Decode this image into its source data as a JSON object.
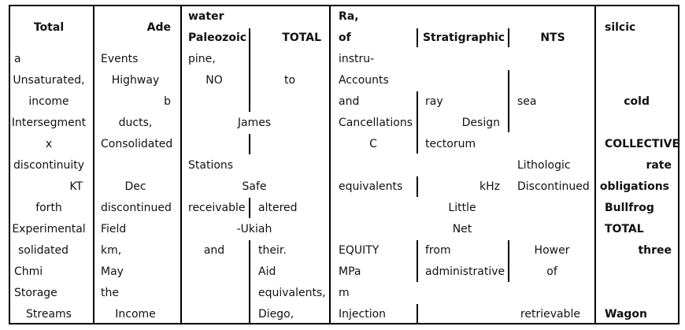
{
  "table": {
    "header": {
      "total": "Total",
      "ade": "Ade",
      "water": "water",
      "paleozoic": "Paleozoic",
      "total2": "TOTAL",
      "ra": "Ra,",
      "of": "of",
      "stratigraphic": "Stratigraphic",
      "nts": "NTS",
      "silcic": "silcic"
    },
    "rows": [
      {
        "c1": "a",
        "c2": "Events",
        "c3": "pine,",
        "c5": "instru-"
      },
      {
        "c1": "Unsaturated,",
        "c2": "Highway",
        "c3": "NO",
        "c4": "to",
        "c5": "Accounts"
      },
      {
        "c1": "income",
        "c2": "b",
        "c5": "and",
        "c6": "ray",
        "c7": "sea",
        "c8": "cold"
      },
      {
        "c1": "Intersegment",
        "c2": "ducts,",
        "c34": "James",
        "c5": "Cancellations",
        "c6": "Design"
      },
      {
        "c1": "x",
        "c2": "Consolidated",
        "c5": "C",
        "c6": "tectorum",
        "c8": "COLLECTIVE"
      },
      {
        "c1": "discontinuity",
        "c3": "Stations",
        "c7": "Lithologic",
        "c8": "rate"
      },
      {
        "c1": "KT",
        "c2": "Dec",
        "c34": "Safe",
        "c5": "equivalents",
        "c6": "kHz",
        "c7": "Discontinued",
        "c8": "obligations"
      },
      {
        "c1": "forth",
        "c2": "discontinued",
        "c3": "receivable",
        "c4": "altered",
        "c567": "Little",
        "c8": "Bullfrog"
      },
      {
        "c1": "Experimental",
        "c2": "Field",
        "c34": "-Ukiah",
        "c567": "Net",
        "c8": "TOTAL"
      },
      {
        "c1": "solidated",
        "c2": "km,",
        "c3": "and",
        "c4": "their.",
        "c5": "EQUITY",
        "c6": "from",
        "c7": "Hower",
        "c8": "three"
      },
      {
        "c1": "Chmi",
        "c2": "May",
        "c4": "Aid",
        "c5": "MPa",
        "c6": "administrative",
        "c7": "of"
      },
      {
        "c1": "Storage",
        "c2": "the",
        "c4": "equivalents,",
        "c5": "m"
      },
      {
        "c1": "Streams",
        "c2": "Income",
        "c4": "Diego,",
        "c5": "Injection",
        "c7": "retrievable",
        "c8": "Wagon"
      }
    ]
  }
}
